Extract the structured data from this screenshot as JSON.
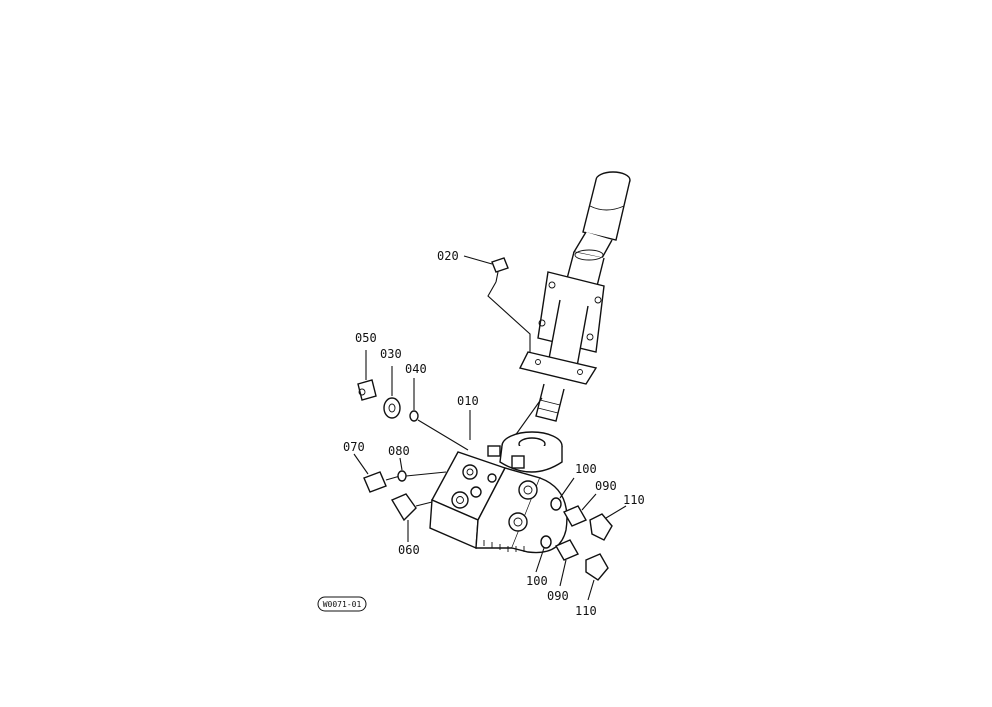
{
  "labels": {
    "p010": "010",
    "p020": "020",
    "p030": "030",
    "p040": "040",
    "p050": "050",
    "p060": "060",
    "p070": "070",
    "p080": "080",
    "p090a": "090",
    "p090b": "090",
    "p100a": "100",
    "p100b": "100",
    "p110a": "110",
    "p110b": "110"
  },
  "figure_code": "W0071-01",
  "icons": [
    "steering-column-drawing",
    "power-steering-unit-drawing"
  ]
}
